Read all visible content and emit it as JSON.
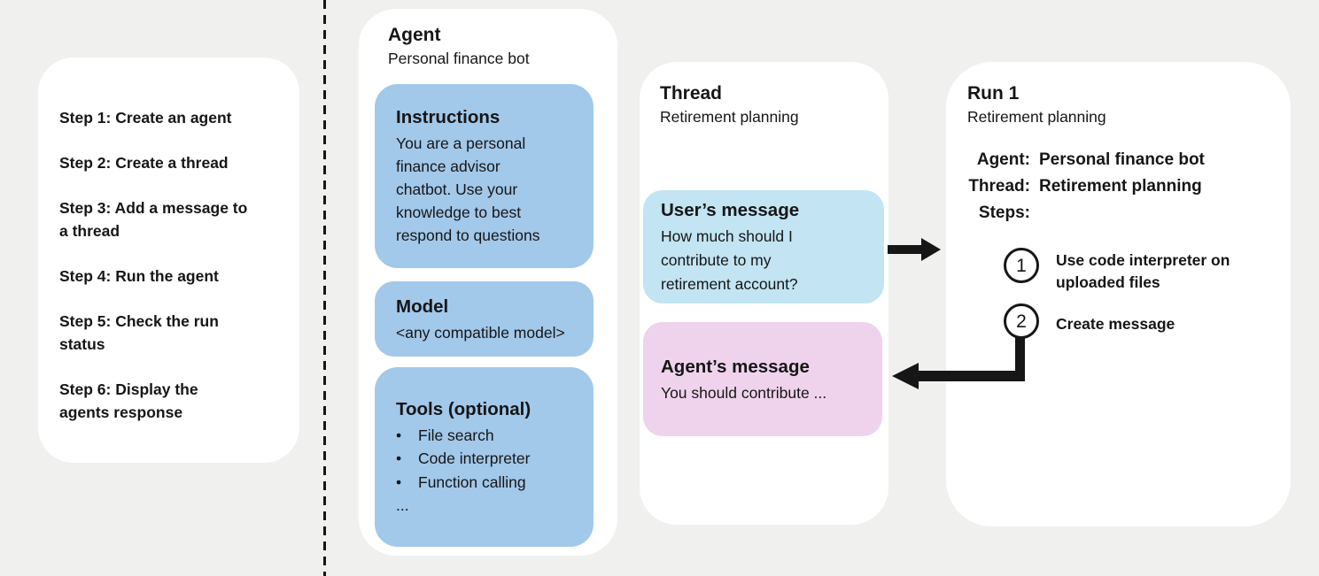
{
  "colors": {
    "canvas_bg": "#f0f0ee",
    "card_bg": "#ffffff",
    "agent_box_blue": "#a2c8ea",
    "user_msg_blue": "#c2e4f3",
    "agent_msg_pink": "#efd3ed",
    "ink": "#161616"
  },
  "steps_panel": {
    "items": [
      "Step 1: Create an agent",
      "Step 2: Create a thread",
      "Step 3: Add a message to\na thread",
      "Step 4: Run the agent",
      "Step 5: Check the run\nstatus",
      "Step 6: Display the\nagents response"
    ]
  },
  "agent_card": {
    "title": "Agent",
    "subtitle": "Personal finance bot",
    "instructions": {
      "title": "Instructions",
      "body": "You are a personal\nfinance advisor\nchatbot. Use your\nknowledge to best\nrespond to questions"
    },
    "model": {
      "title": "Model",
      "body": "<any compatible model>"
    },
    "tools": {
      "title": "Tools (optional)",
      "bullet": "•",
      "items": [
        "File search",
        "Code interpreter",
        "Function calling"
      ],
      "more": "..."
    }
  },
  "thread_card": {
    "title": "Thread",
    "subtitle": "Retirement planning",
    "user_message": {
      "title": "User’s message",
      "body": "How much should I\ncontribute to my\nretirement account?"
    },
    "agent_message": {
      "title": "Agent’s message",
      "body": "You should contribute ..."
    }
  },
  "run_card": {
    "title": "Run 1",
    "subtitle": "Retirement planning",
    "fields": [
      {
        "label": "Agent:",
        "value": "Personal finance bot"
      },
      {
        "label": "Thread:",
        "value": "Retirement planning"
      },
      {
        "label": "Steps:",
        "value": ""
      }
    ],
    "steps": [
      {
        "num": "1",
        "text": "Use code interpreter on\nuploaded files"
      },
      {
        "num": "2",
        "text": "Create message"
      }
    ]
  }
}
